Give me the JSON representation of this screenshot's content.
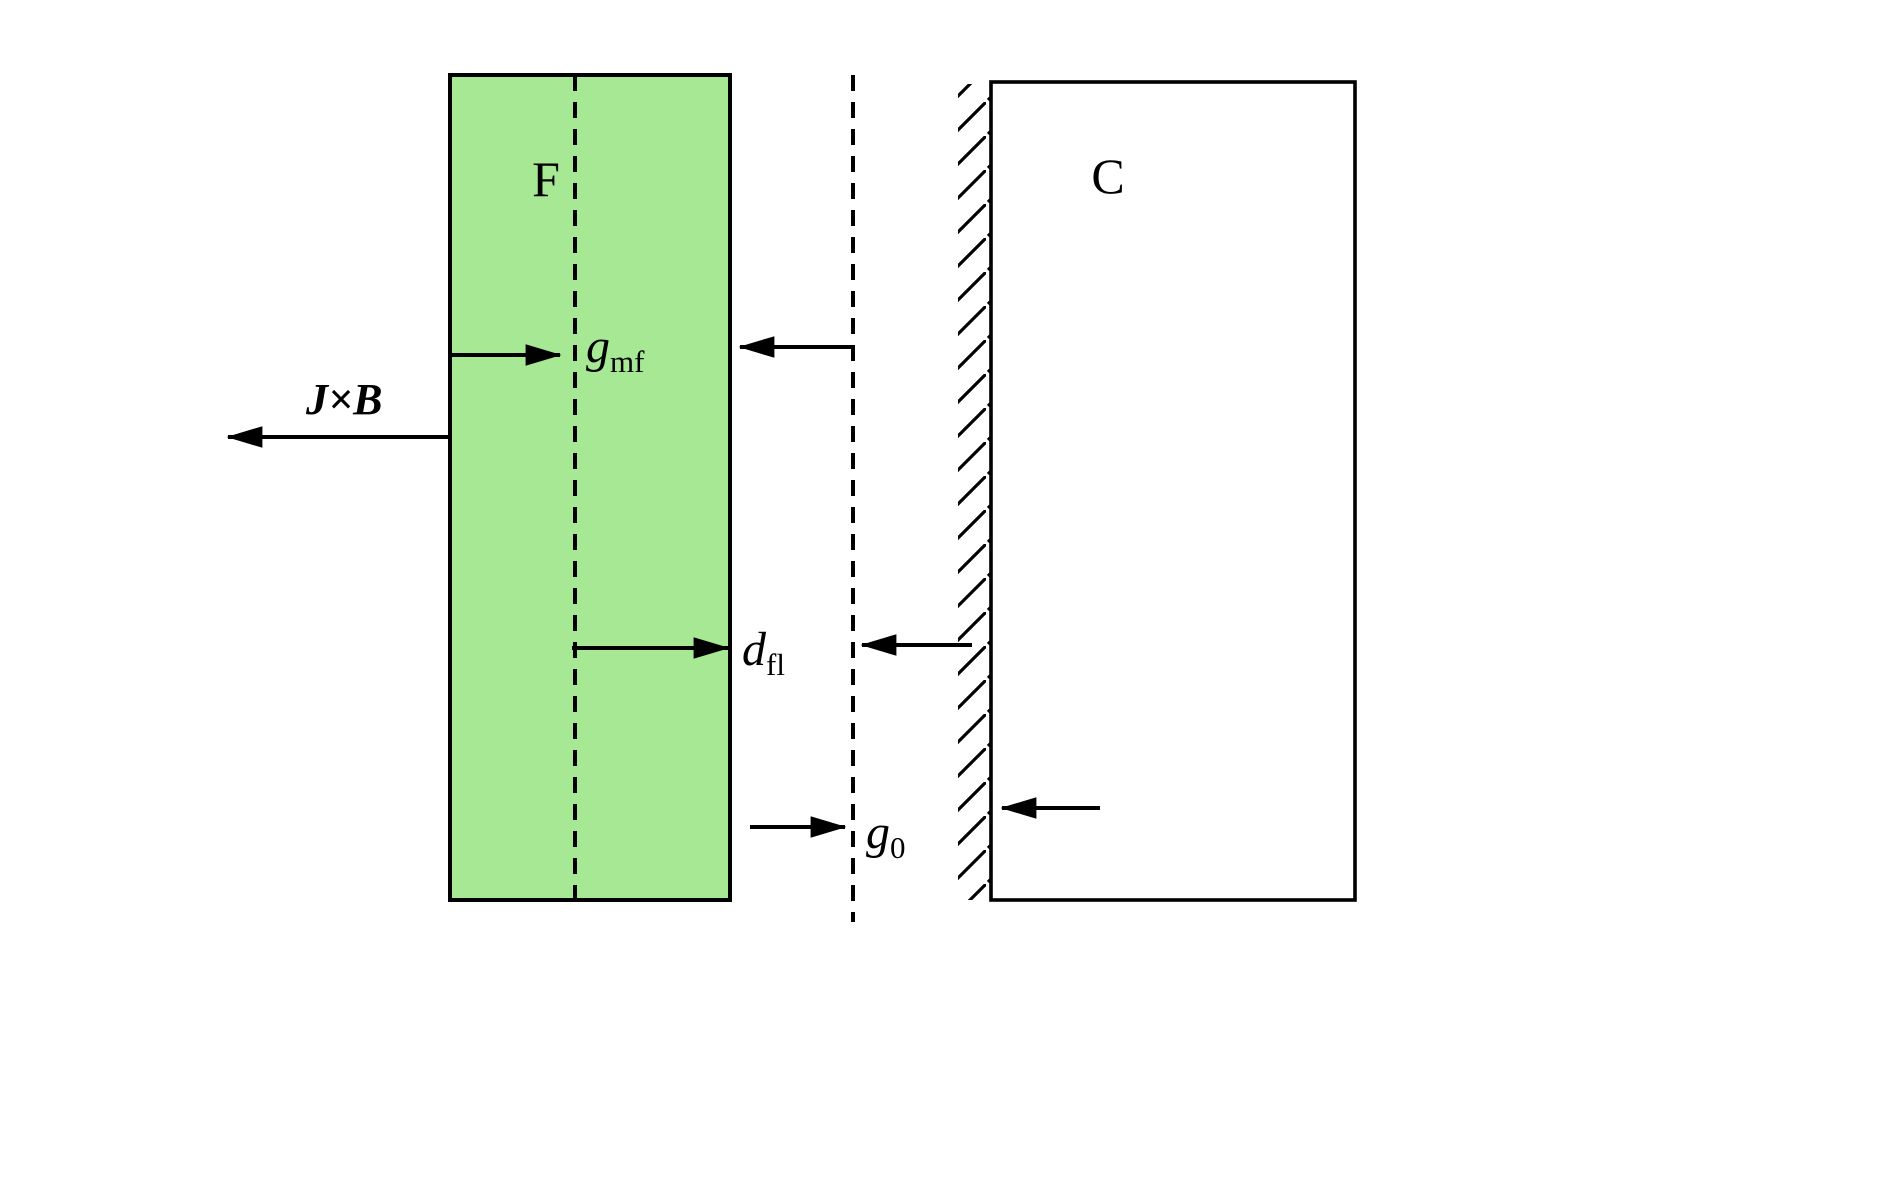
{
  "diagram": {
    "regions": {
      "film_label": "F",
      "wall_label": "C"
    },
    "labels": {
      "force": "J×B",
      "g_mf": {
        "base": "g",
        "sub": "mf"
      },
      "d_fl": {
        "base": "d",
        "sub": "fl"
      },
      "g_0": {
        "base": "g",
        "sub": "0"
      }
    },
    "colors": {
      "film_fill": "#a6e893",
      "line": "#000000",
      "background": "#ffffff"
    }
  }
}
